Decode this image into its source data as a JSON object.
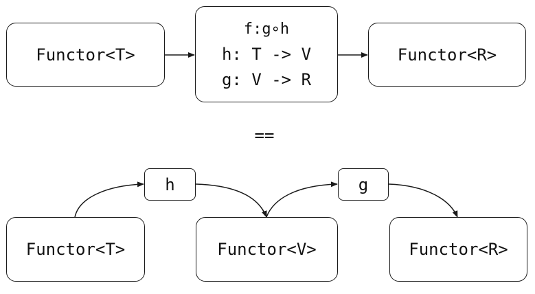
{
  "top_row": {
    "input_box": "Functor<T>",
    "transform": {
      "composition": "f:g∘h",
      "h_signature": "h: T -> V",
      "g_signature": "g: V -> R"
    },
    "output_box": "Functor<R>"
  },
  "equivalence": "==",
  "bottom_row": {
    "input_box": "Functor<T>",
    "h_label": "h",
    "middle_box": "Functor<V>",
    "g_label": "g",
    "output_box": "Functor<R>"
  }
}
